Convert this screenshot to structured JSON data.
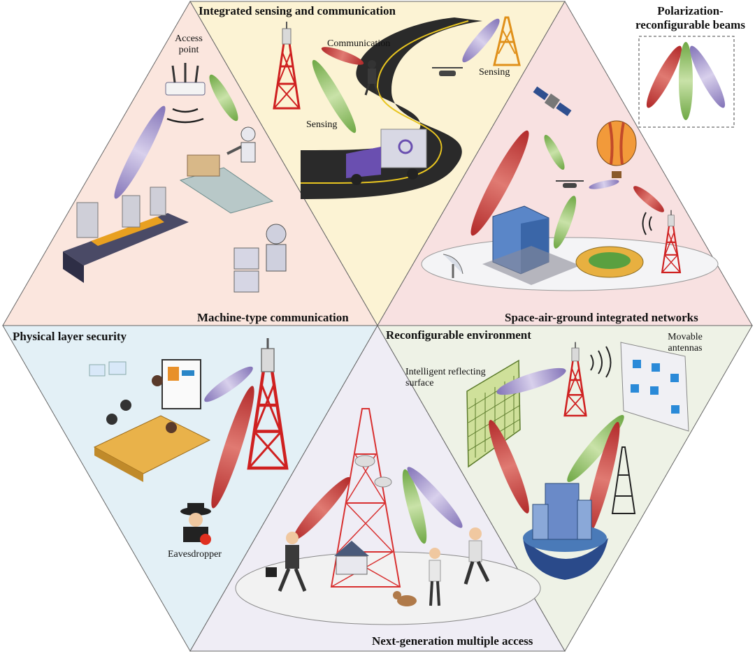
{
  "sections": {
    "isac": {
      "title": "Integrated sensing and communication",
      "labels": {
        "communication": "Communication",
        "sensing_left": "Sensing",
        "sensing_right": "Sensing"
      }
    },
    "mtc": {
      "title": "Machine-type communication",
      "labels": {
        "access_point": "Access point"
      }
    },
    "sagin": {
      "title": "Space-air-ground integrated networks"
    },
    "pls": {
      "title": "Physical layer security",
      "labels": {
        "eavesdropper": "Eavesdropper"
      }
    },
    "ngma": {
      "title": "Next-generation multiple access"
    },
    "reconf": {
      "title": "Reconfigurable environment",
      "labels": {
        "irs": "Intelligent reflecting surface",
        "movable": "Movable antennas"
      }
    }
  },
  "legend": {
    "title": "Polarization-reconfigurable beams"
  },
  "colors": {
    "isac_bg": "#fcf3d4",
    "mtc_bg": "#fbe6de",
    "sagin_bg": "#f8e1e1",
    "pls_bg": "#e3f0f6",
    "ngma_bg": "#efedf5",
    "reconf_bg": "#eef2e6",
    "beam_red": "#c33b3b",
    "beam_green": "#8fbf5c",
    "beam_purple": "#9b8cc4",
    "tower_red": "#cf2020"
  },
  "icons": [
    "tower-icon",
    "router-icon",
    "robot-arm-icon",
    "robot-icon",
    "truck-icon",
    "drone-icon",
    "satellite-icon",
    "balloon-icon",
    "building-icon",
    "stadium-icon",
    "dish-icon",
    "person-icon",
    "dog-icon",
    "house-icon",
    "hacker-icon",
    "meeting-icon",
    "irs-panel-icon",
    "antenna-array-icon"
  ]
}
